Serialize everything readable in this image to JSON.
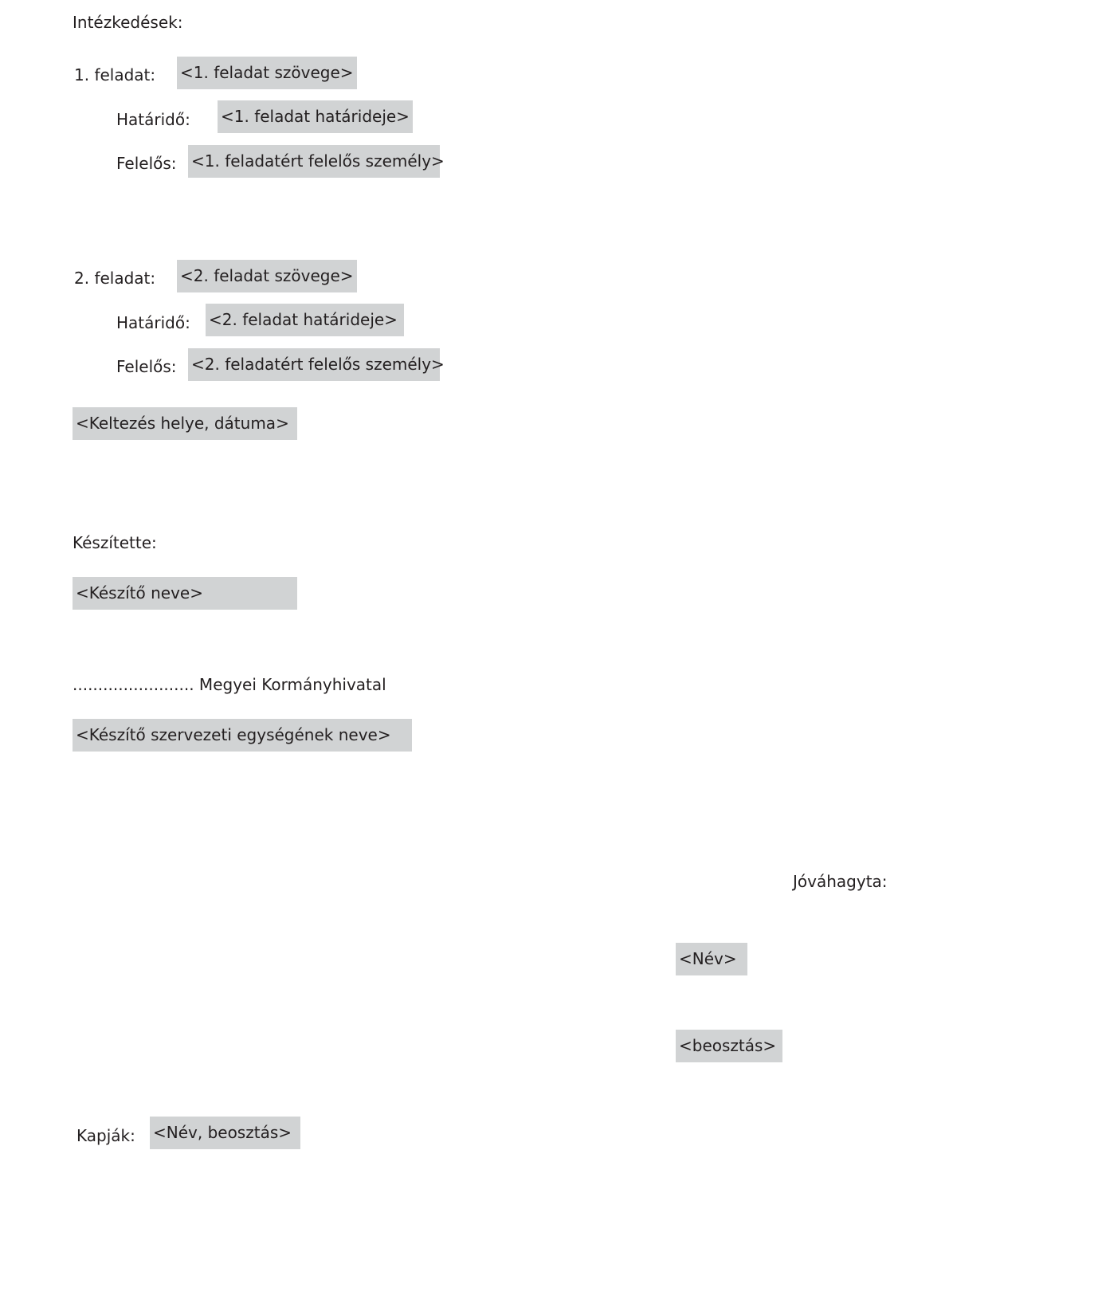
{
  "heading": "Intézkedések:",
  "tasks": [
    {
      "label": "1. feladat:",
      "text": "<1. feladat szövege>",
      "deadline_label": "Határidő:",
      "deadline": "<1.  feladat határideje>",
      "responsible_label": "Felelős:",
      "responsible": "<1.  feladatért felelős személy>"
    },
    {
      "label": "2. feladat:",
      "text": "<2. feladat szövege>",
      "deadline_label": "Határidő:",
      "deadline": "<2.  feladat határideje>",
      "responsible_label": "Felelős:",
      "responsible": "<2.  feladatért felelős személy>"
    }
  ],
  "date_place": "<Keltezés helye, dátuma>",
  "prepared_by_label": "Készítette:",
  "preparer_name": "<Készítő neve>",
  "office": "........................ Megyei Kormányhivatal",
  "preparer_unit": "<Készítő szervezeti egységének neve>",
  "approved_label": "Jóváhagyta:",
  "approver_name": "<Név>",
  "approver_position": "<beosztás>",
  "recipients_label": "Kapják:",
  "recipients": "<Név, beosztás>"
}
